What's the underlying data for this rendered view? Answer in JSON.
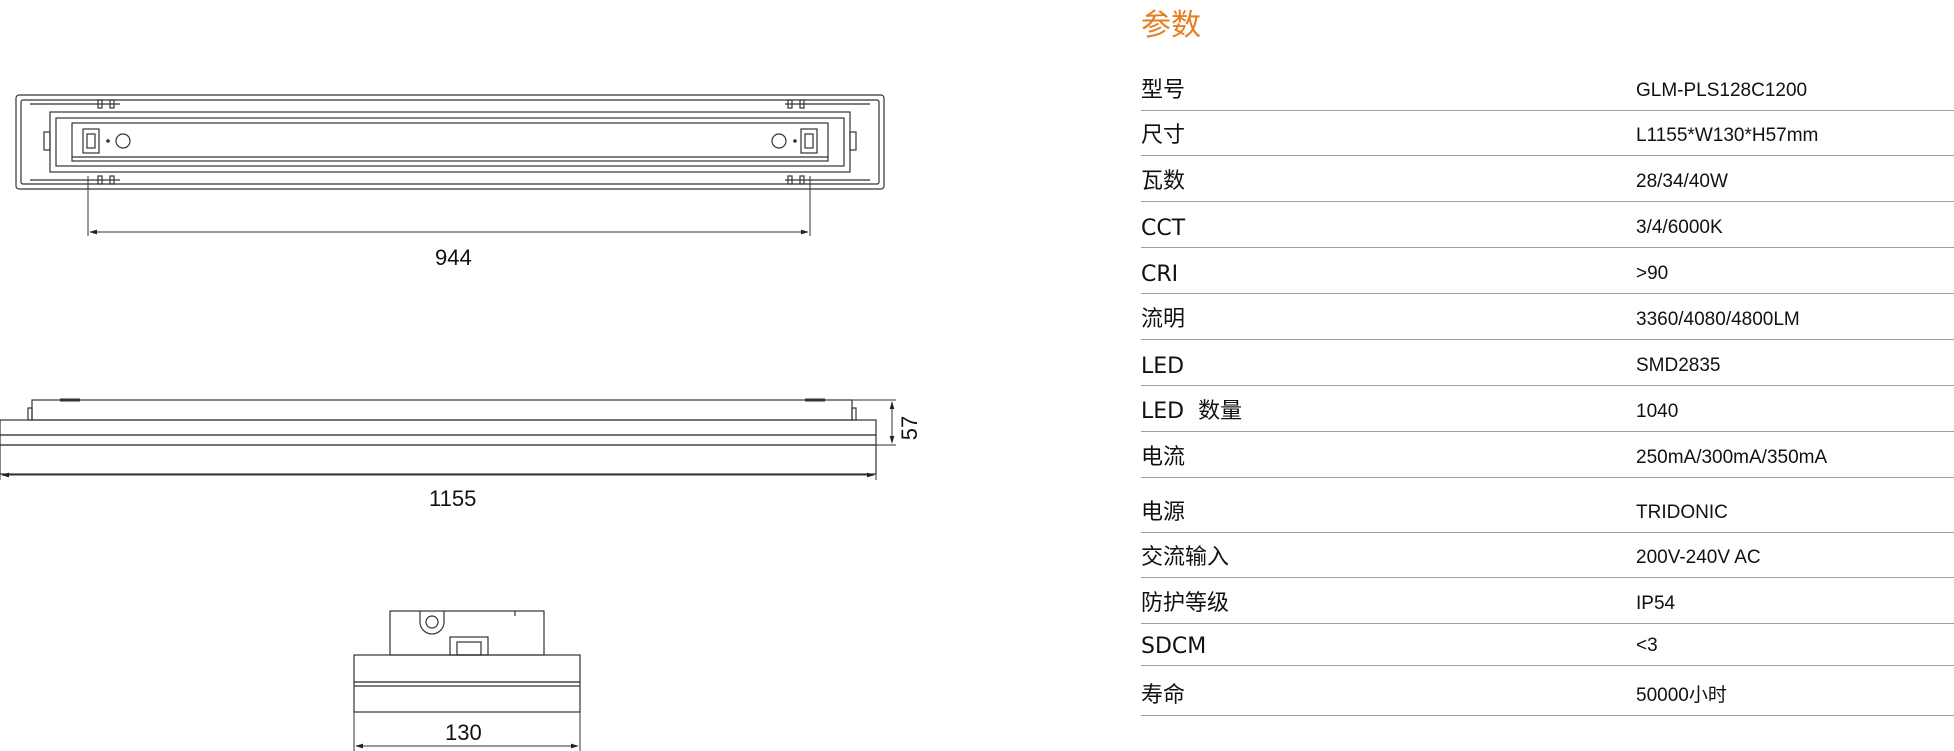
{
  "title": "参数",
  "accent_color": "#e67e22",
  "dimensions": {
    "top_view_width": "944",
    "side_view_length": "1155",
    "side_view_height": "57",
    "end_view_width": "130"
  },
  "specs": [
    {
      "label": "型号",
      "value": "GLM-PLS128C1200"
    },
    {
      "label": "尺寸",
      "value": "L1155*W130*H57mm"
    },
    {
      "label": "瓦数",
      "value": "28/34/40W"
    },
    {
      "label": "CCT",
      "value": "3/4/6000K"
    },
    {
      "label": "CRI",
      "value": ">90"
    },
    {
      "label": "流明",
      "value": "3360/4080/4800LM"
    },
    {
      "label": "LED",
      "value": "SMD2835"
    },
    {
      "label": "LED  数量",
      "value": "1040"
    },
    {
      "label": "电流",
      "value": "250mA/300mA/350mA"
    },
    {
      "label": "电源",
      "value": "TRIDONIC"
    },
    {
      "label": "交流输入",
      "value": "200V-240V AC"
    },
    {
      "label": "防护等级",
      "value": "IP54"
    },
    {
      "label": "SDCM",
      "value": "<3"
    },
    {
      "label": "寿命",
      "value": "50000小时"
    }
  ]
}
